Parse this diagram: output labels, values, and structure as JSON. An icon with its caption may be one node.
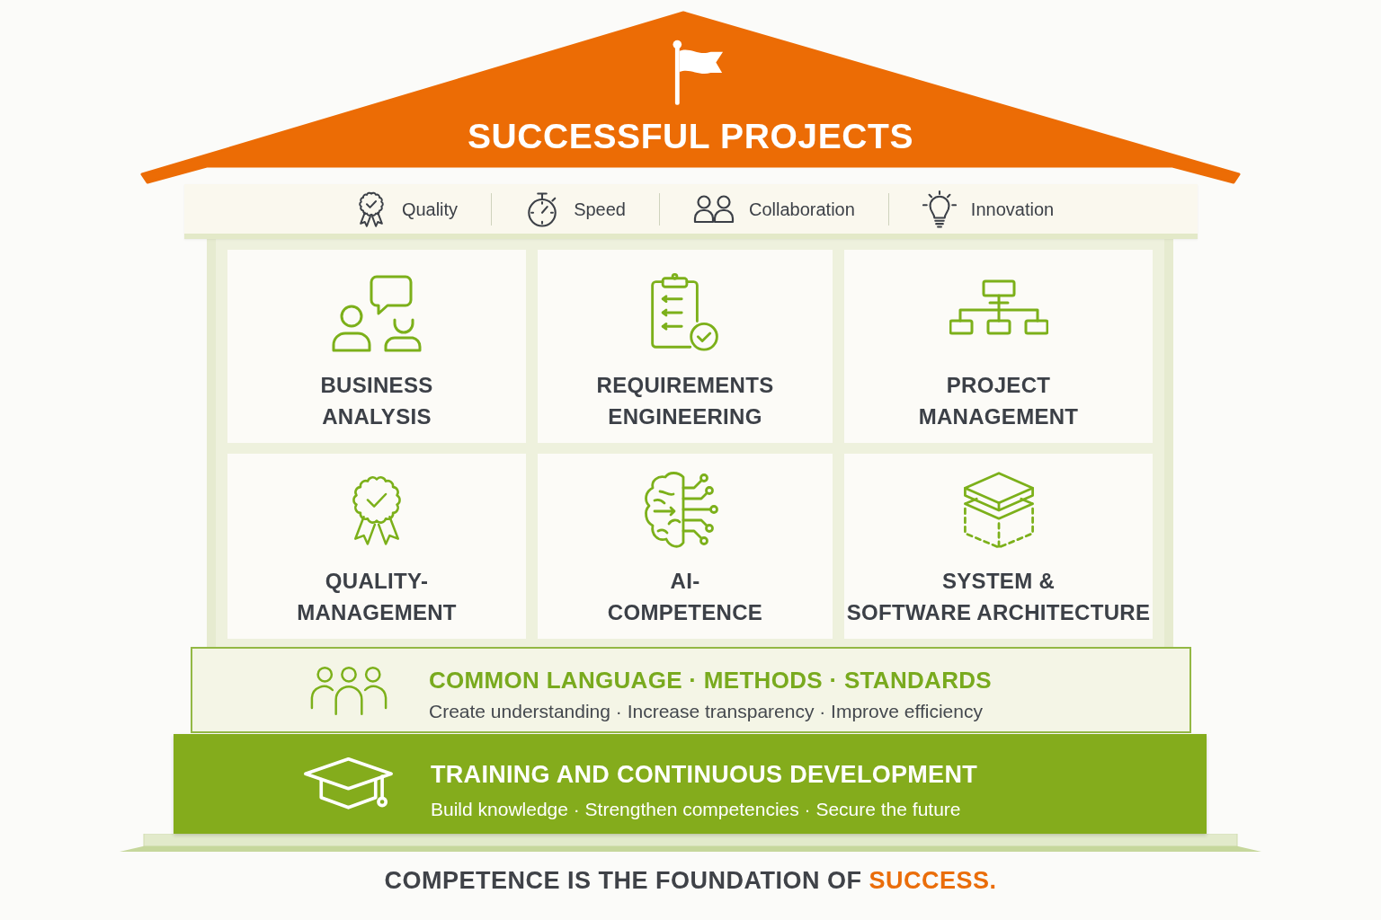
{
  "diagram": {
    "caption": "COMPETENCE IS THE FOUNDATION OF SUCCESS.",
    "nodes": [
      {
        "text": [
          "SUCCESSFUL PROJECTS"
        ]
      },
      {
        "text": [
          "Quality",
          "Speed",
          "Collaboration",
          "Innovation"
        ]
      },
      {
        "text": [
          "BUSINESS ANALYSIS"
        ]
      },
      {
        "text": [
          "REQUIREMENTS ENGINEERING"
        ]
      },
      {
        "text": [
          "PROJECT MANAGEMENT"
        ]
      },
      {
        "text": [
          "QUALITY- MANAGEMENT"
        ]
      },
      {
        "text": [
          "AI- COMPETENCE"
        ]
      },
      {
        "text": [
          "SYSTEM & SOFTWARE ARCHITECTURE"
        ]
      },
      {
        "text": [
          "COMMON LANGUAGE · METHODS · STANDARDS",
          "Create understanding · Increase transparency · Improve efficiency"
        ]
      },
      {
        "text": [
          "TRAINING AND CONTINUOUS DEVELOPMENT",
          "Build knowledge · Strengthen competencies · Secure the future"
        ]
      }
    ]
  }
}
